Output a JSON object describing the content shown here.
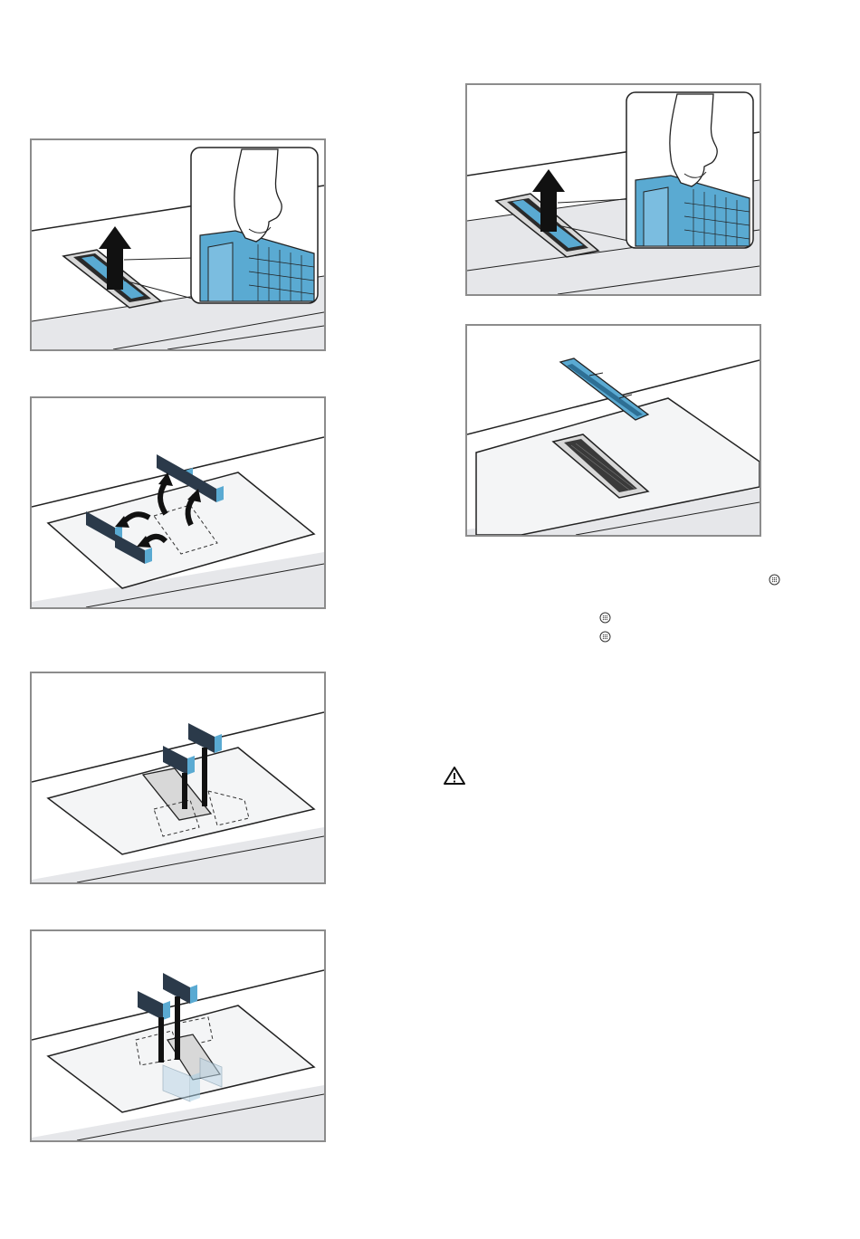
{
  "page": {
    "background": "#ffffff",
    "frame_color": "#8c8c8c",
    "accent_color": "#5aaad2",
    "countertop_color": "#e6e7ea"
  },
  "illustrations": [
    {
      "id": "step-lift-filter-holder",
      "icons": [
        "hand-icon",
        "arrow-up-icon",
        "filter-holder-icon"
      ]
    },
    {
      "id": "step-remove-odour-filters",
      "icons": [
        "odour-filter-icon",
        "curved-arrow-icon"
      ]
    },
    {
      "id": "step-insert-odour-filters",
      "icons": [
        "odour-filter-icon"
      ]
    },
    {
      "id": "step-odour-filters-in-place",
      "icons": [
        "odour-filter-icon"
      ]
    },
    {
      "id": "step-lift-filter-holder-alt",
      "icons": [
        "hand-icon",
        "arrow-up-icon",
        "filter-holder-icon"
      ]
    },
    {
      "id": "step-filter-holder-removed",
      "icons": [
        "filter-holder-icon"
      ]
    }
  ],
  "symbols": {
    "dot_symbol": "dot-pattern-icon",
    "warning_symbol": "warning-icon"
  }
}
